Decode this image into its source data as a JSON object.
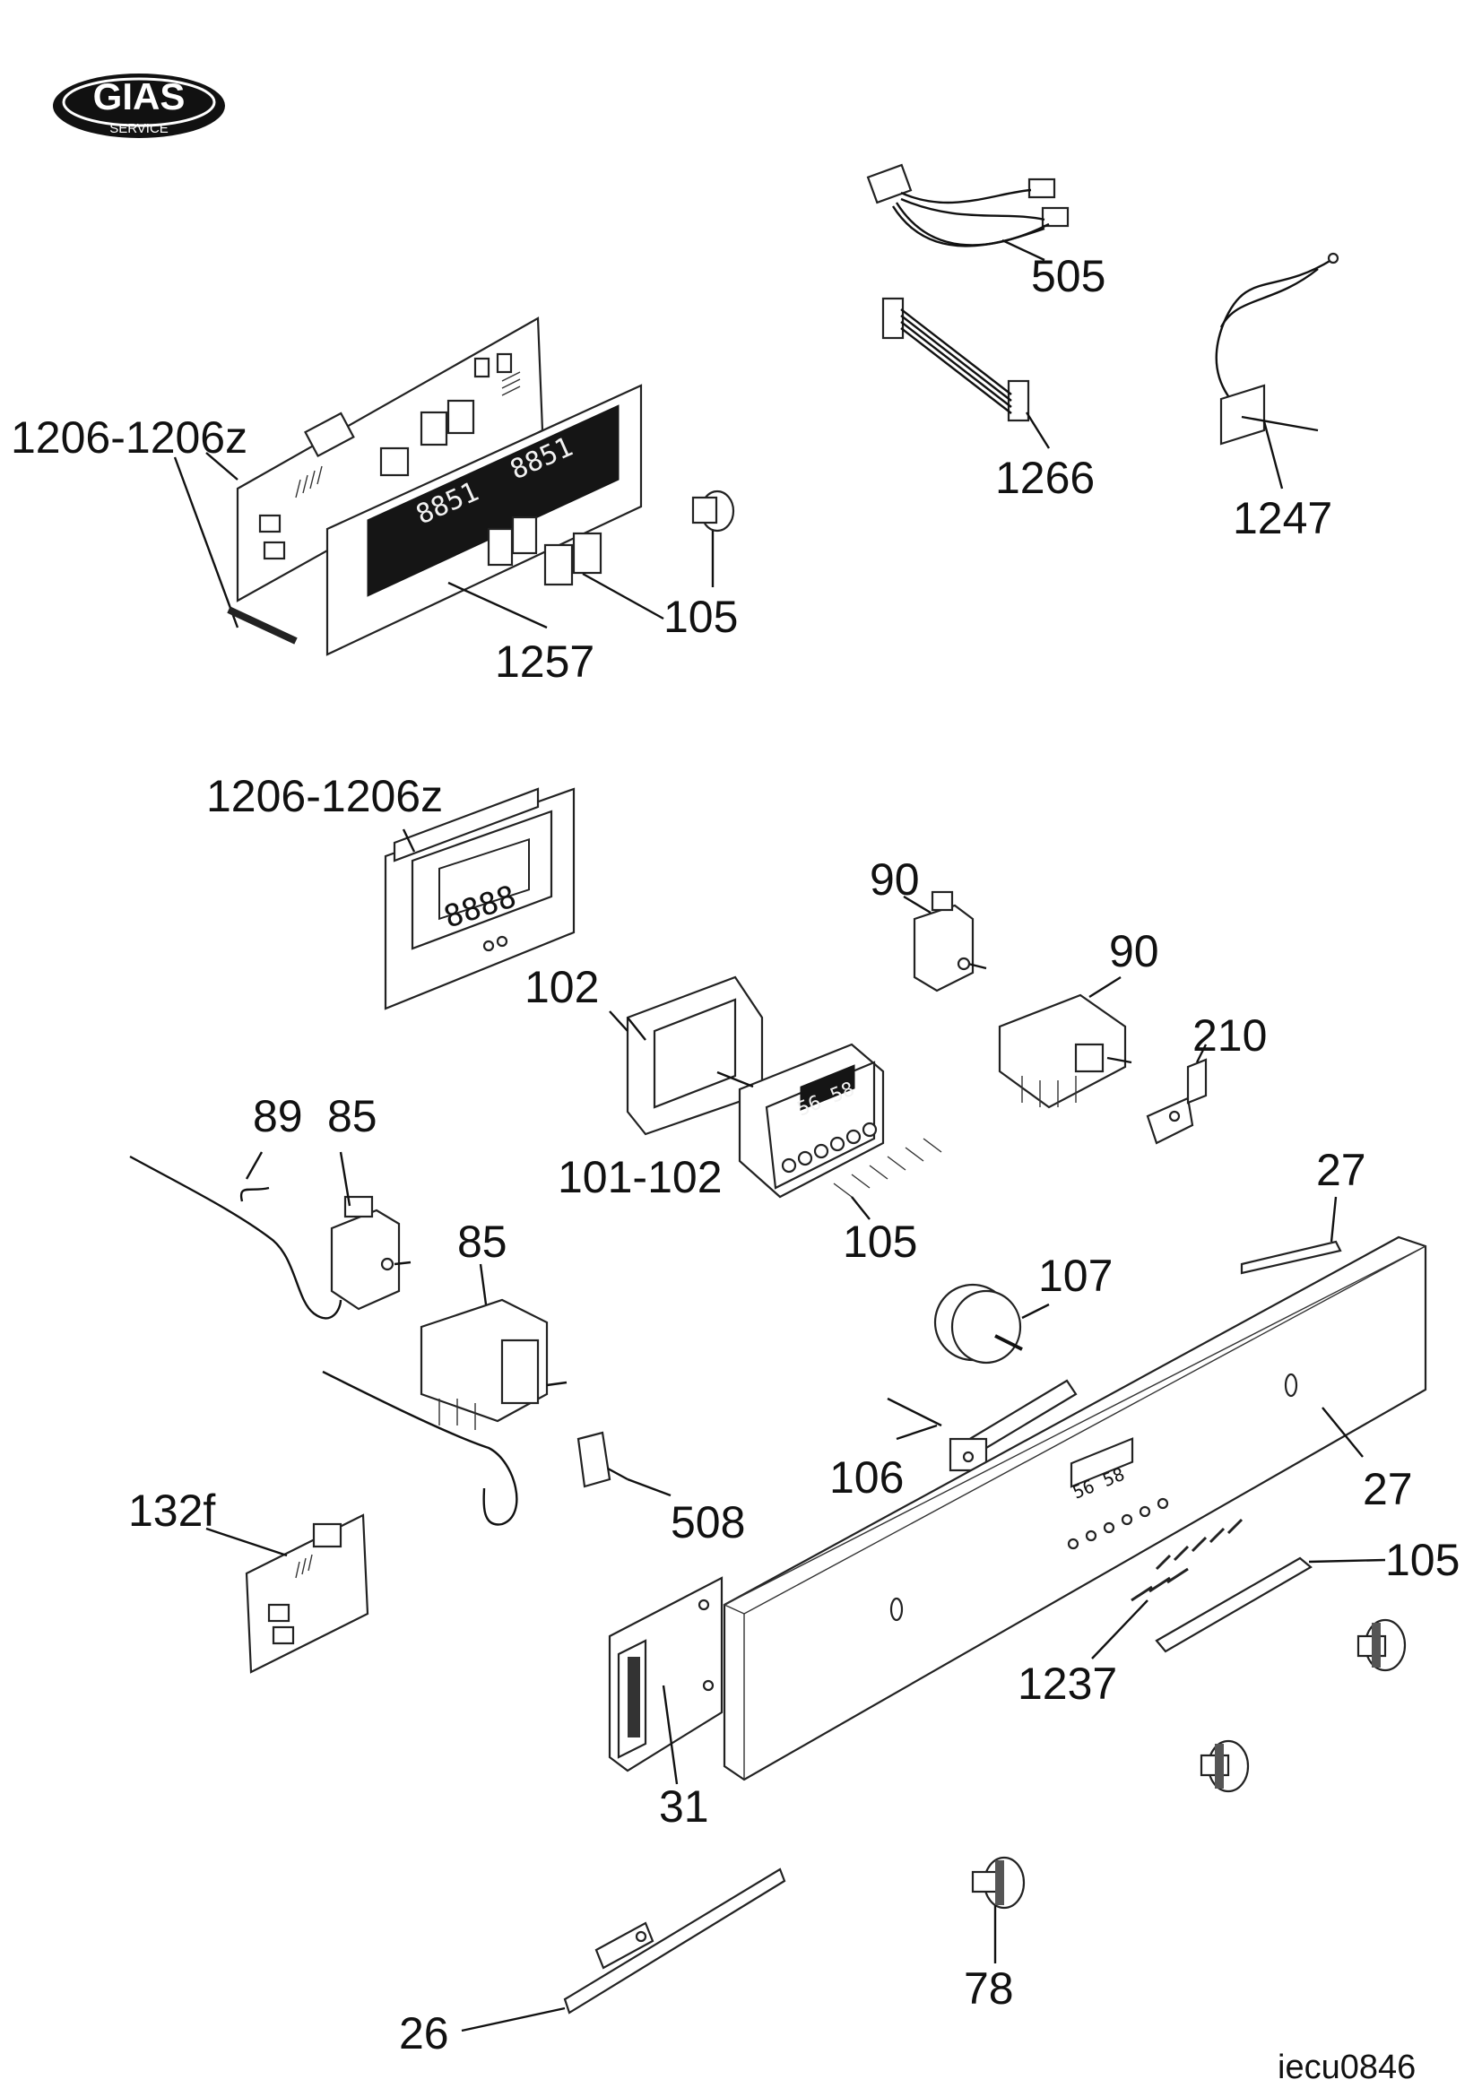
{
  "logo": {
    "brand": "GIAS",
    "sub": "SERVICE"
  },
  "drawing_code": "iecu0846",
  "callouts": [
    {
      "id": "505",
      "label": "505"
    },
    {
      "id": "1266",
      "label": "1266"
    },
    {
      "id": "1247",
      "label": "1247"
    },
    {
      "id": "1206-top",
      "label": "1206-1206z"
    },
    {
      "id": "105-top",
      "label": "105"
    },
    {
      "id": "1257",
      "label": "1257"
    },
    {
      "id": "1206-mid",
      "label": "1206-1206z"
    },
    {
      "id": "90-a",
      "label": "90"
    },
    {
      "id": "90-b",
      "label": "90"
    },
    {
      "id": "102",
      "label": "102"
    },
    {
      "id": "210",
      "label": "210"
    },
    {
      "id": "89",
      "label": "89"
    },
    {
      "id": "85-a",
      "label": "85"
    },
    {
      "id": "101-102",
      "label": "101-102"
    },
    {
      "id": "27-top",
      "label": "27"
    },
    {
      "id": "85-b",
      "label": "85"
    },
    {
      "id": "105-mid",
      "label": "105"
    },
    {
      "id": "107",
      "label": "107"
    },
    {
      "id": "106",
      "label": "106"
    },
    {
      "id": "27-bot",
      "label": "27"
    },
    {
      "id": "508",
      "label": "508"
    },
    {
      "id": "132f",
      "label": "132f"
    },
    {
      "id": "105-bot",
      "label": "105"
    },
    {
      "id": "1237",
      "label": "1237"
    },
    {
      "id": "31",
      "label": "31"
    },
    {
      "id": "78",
      "label": "78"
    },
    {
      "id": "26",
      "label": "26"
    }
  ],
  "displays": {
    "clock_panel": "8888",
    "timer_module": "56 58",
    "control_panel": "56 58"
  }
}
